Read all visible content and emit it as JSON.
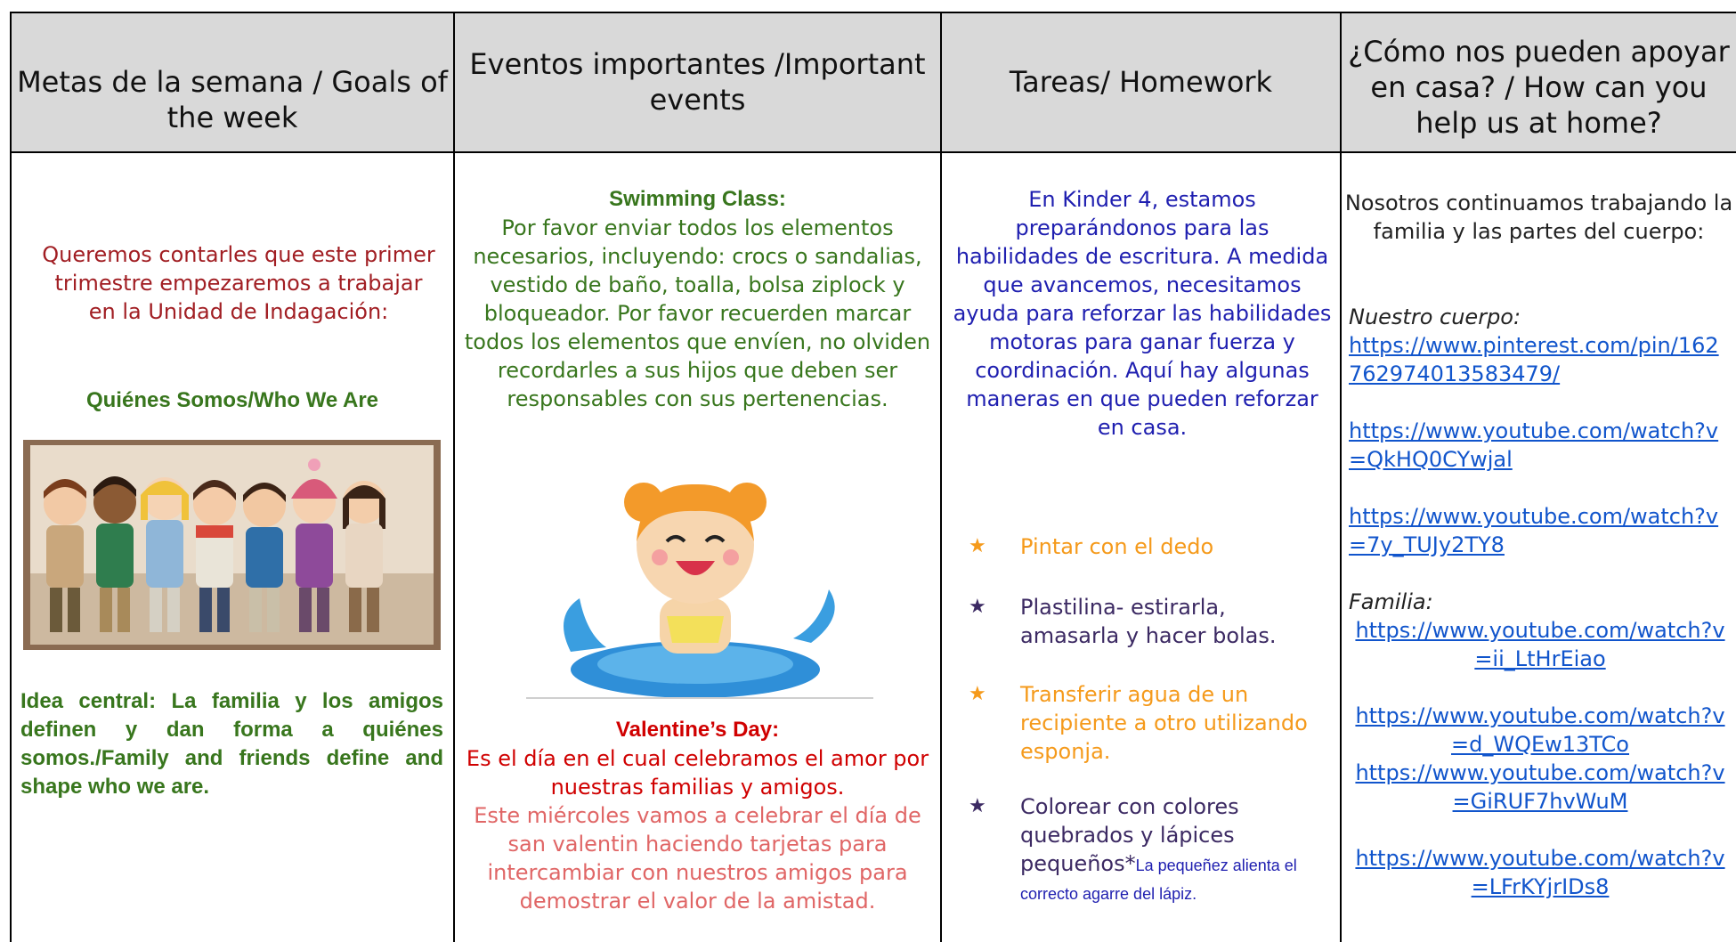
{
  "headers": {
    "goals": "Metas de la semana / Goals of the week",
    "events": "Eventos importantes /Important events",
    "homework": "Tareas/ Homework",
    "help": "¿Cómo nos pueden apoyar en casa? / How can you help us at home?"
  },
  "goals": {
    "intro": "Queremos contarles que este primer trimestre empezaremos a trabajar en la Unidad de Indagación:",
    "unit": "Quiénes Somos/Who We Are",
    "central_idea": "Idea central: La familia y los amigos definen y dan forma a quiénes somos./Family and friends define and shape who we are."
  },
  "events": {
    "swim_title": "Swimming Class:",
    "swim_body": "Por favor enviar todos los elementos necesarios, incluyendo: crocs o sandalias, vestido de baño, toalla, bolsa ziplock y bloqueador. Por favor recuerden marcar todos los elementos que envíen, no olviden recordarles a sus hijos que deben ser responsables con sus pertenencias.",
    "val_title": "Valentine’s Day:",
    "val_body1": "Es el día en el cual celebramos el amor por nuestras familias y amigos.",
    "val_body2": "Este miércoles vamos a celebrar el día de san valentin haciendo tarjetas para intercambiar con nuestros amigos para demostrar el valor de la amistad."
  },
  "homework": {
    "intro": "En Kinder 4, estamos preparándonos  para las habilidades de escritura. A medida que avancemos, necesitamos ayuda para reforzar las habilidades motoras para ganar fuerza y coordinación. Aquí hay algunas maneras en que pueden reforzar en casa.",
    "star": "★",
    "task1": "Pintar con el dedo",
    "task2": "Plastilina- estirarla, amasarla y hacer bolas.",
    "task3": "Transferir agua de un recipiente a otro utilizando esponja.",
    "task4": "Colorear con colores quebrados y lápices pequeños*",
    "task4_note": "La pequeñez alienta el correcto agarre del lápiz."
  },
  "help": {
    "intro": "Nosotros continuamos trabajando la familia y las partes del cuerpo:",
    "body_label": "Nuestro cuerpo:",
    "link1": "https://www.pinterest.com/pin/162762974013583479/",
    "link2": "https://www.youtube.com/watch?v=QkHQ0CYwjal",
    "link3": "https://www.youtube.com/watch?v=7y_TUJy2TY8",
    "family_label": "Familia:",
    "link4": "https://www.youtube.com/watch?v=ii_LtHrEiao",
    "link5": "https://www.youtube.com/watch?v=d_WQEw13TCo",
    "link6": "https://www.youtube.com/watch?v=GiRUF7hvWuM",
    "link7": "https://www.youtube.com/watch?v=LFrKYjrIDs8"
  },
  "colors": {
    "header_bg": "#d9d9d9",
    "dark_red": "#a11e23",
    "green": "#38761d",
    "red": "#d00000",
    "pink": "#e06666",
    "blue": "#1f1fb0",
    "orange": "#f59a1b",
    "purple": "#3c2a63",
    "link": "#1155cc"
  },
  "icons": {
    "kids_image": "children-group-illustration",
    "girl_image": "girl-swimming-float-illustration",
    "bullet": "star-icon"
  }
}
